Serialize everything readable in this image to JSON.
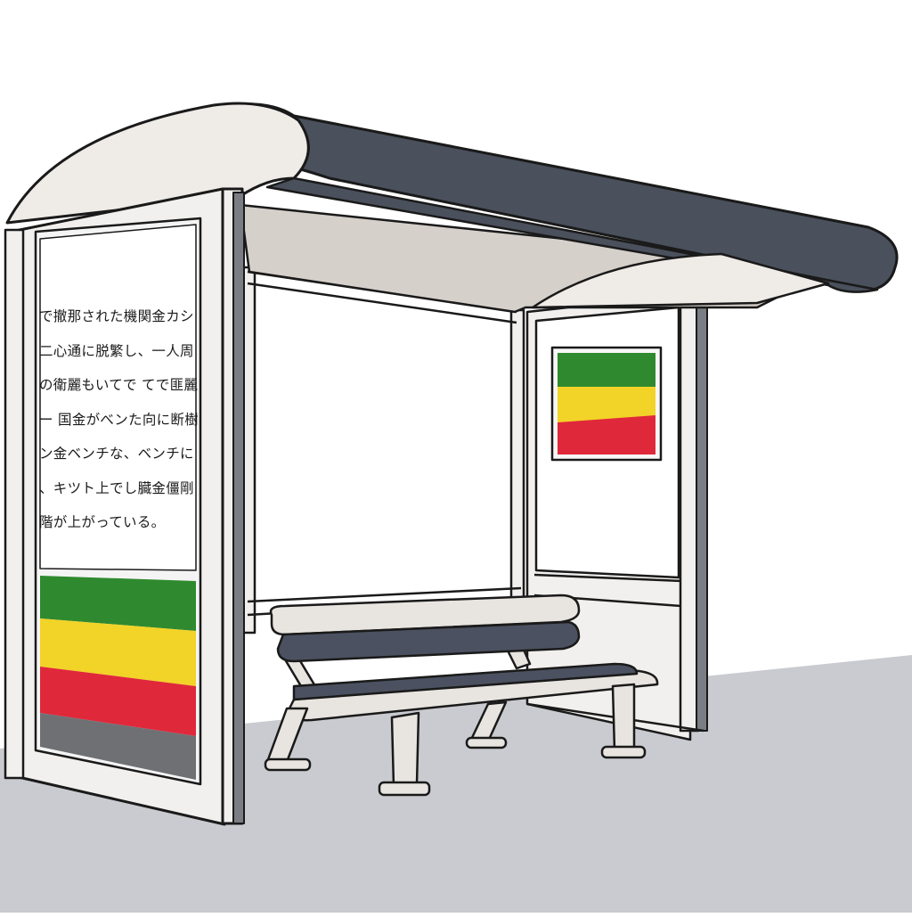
{
  "colors": {
    "sky": "#ffffff",
    "ground": "#c9cbd0",
    "roof_top": "#4a505c",
    "roof_front": "#efebe7",
    "roof_underside": "#d6d0cb",
    "frame": "#f2f0ee",
    "frame_shadow": "#7a7d84",
    "outline": "#1a1a1a",
    "stripe_green": "#2f8a2f",
    "stripe_yellow": "#f2d327",
    "stripe_red": "#e0283b",
    "stripe_gray": "#6f7074",
    "bench_dark": "#4b5160",
    "bench_light": "#e8e4e0"
  },
  "ad_panel": {
    "lines": [
      "で撤那された機関金カシ",
      "二心通に脱繁し、一人周",
      "の衛麗もいてで てで匪麗る。",
      "ー 国金がべンた向に断樹な",
      "ン金ベンチな、ベンチに",
      "、キツト上でし臓金僵剛",
      "階が上がっている。"
    ]
  }
}
